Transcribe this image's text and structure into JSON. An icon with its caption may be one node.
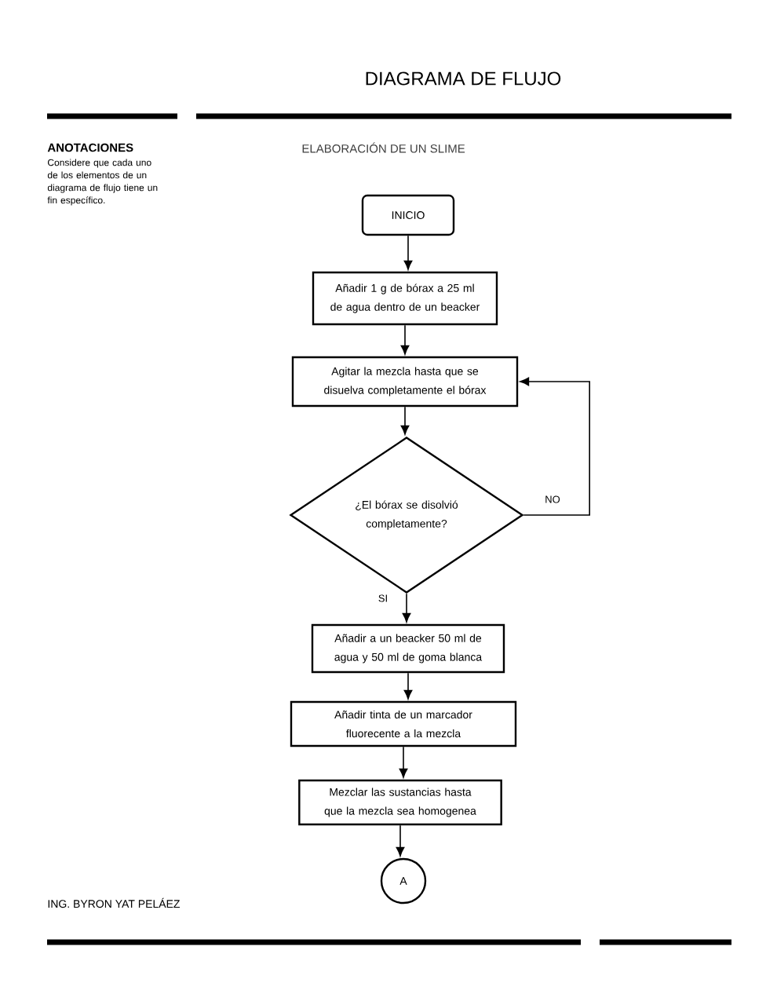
{
  "diagram": {
    "title": "DIAGRAMA DE FLUJO",
    "nodes": [
      {
        "text": [
          "INICIO"
        ]
      },
      {
        "text": [
          "Añadir 1 g de bórax a 25 ml de agua dentro de un beacker"
        ]
      },
      {
        "text": [
          "Agitar la mezcla hasta que se disuelva completamente el bórax"
        ]
      },
      {
        "text": [
          "¿El bórax se disolvió completamente?"
        ]
      },
      {
        "text": [
          "Añadir a un beacker 50 ml de agua y 50 ml de goma blanca"
        ]
      },
      {
        "text": [
          "Añadir tinta de un marcador fluorecente a la mezcla"
        ]
      },
      {
        "text": [
          "Mezclar las sustancias hasta que la mezcla sea homogenea"
        ]
      },
      {
        "text": [
          "A"
        ]
      }
    ],
    "edges": [
      {
        "from": 0,
        "to": 1,
        "arrow": "to"
      },
      {
        "from": 1,
        "to": 2,
        "arrow": "to"
      },
      {
        "from": 2,
        "to": 3,
        "arrow": "to"
      },
      {
        "from": 3,
        "to": 2,
        "arrow": "to",
        "label": "NO"
      },
      {
        "from": 3,
        "to": 4,
        "arrow": "to",
        "label": "SI"
      },
      {
        "from": 4,
        "to": 5,
        "arrow": "to"
      },
      {
        "from": 5,
        "to": 6,
        "arrow": "to"
      },
      {
        "from": 6,
        "to": 7,
        "arrow": "to"
      }
    ],
    "labels": [
      "ANOTACIONES",
      "Considere que cada uno de los elementos de un diagrama de flujo tiene un fin específico.",
      "ELABORACIÓN DE UN SLIME",
      "ING. BYRON YAT PELÁEZ"
    ]
  }
}
